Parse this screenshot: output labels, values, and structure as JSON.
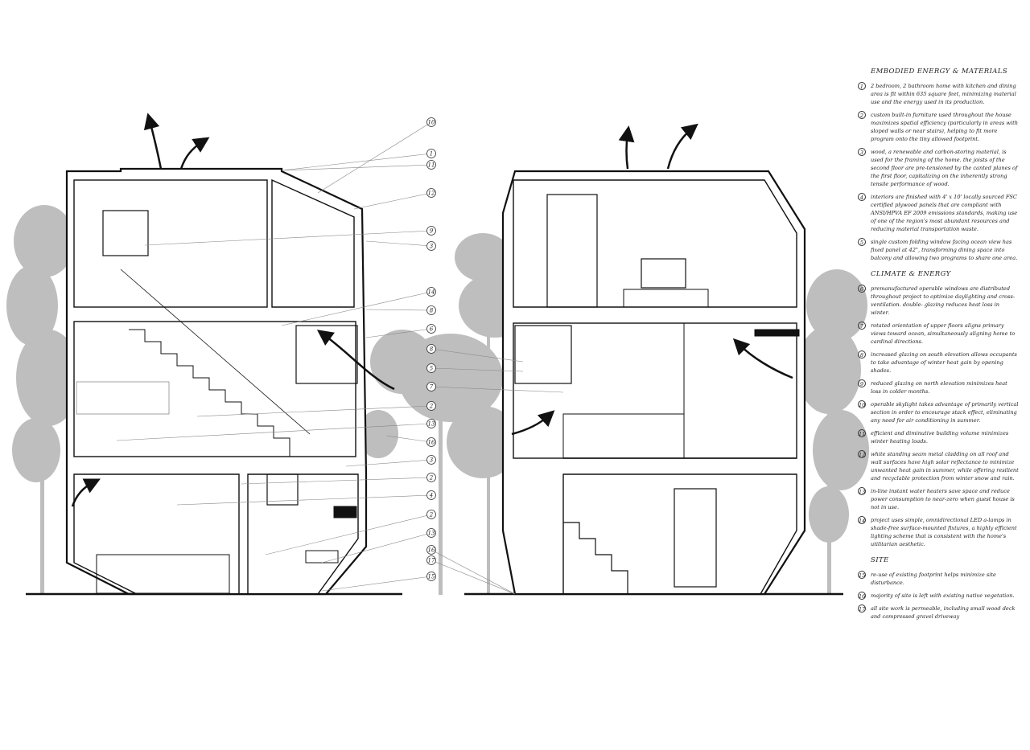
{
  "callouts": [
    "1",
    "2",
    "3",
    "4",
    "5",
    "6",
    "7",
    "8",
    "9",
    "10",
    "11",
    "12",
    "13",
    "14",
    "15",
    "16",
    "17"
  ],
  "sections": [
    {
      "title": "EMBODIED ENERGY & MATERIALS",
      "notes": [
        {
          "num": "1",
          "text": "2 bedroom, 2 bathroom home with kitchen and dining area is fit within 635 square feet, minimizing material use and the energy used in its production."
        },
        {
          "num": "2",
          "text": "custom built-in furniture used throughout the house maximizes spatial efficiency (particularly in areas with sloped walls or near stairs), helping to fit more program onto the tiny allowed footprint."
        },
        {
          "num": "3",
          "text": "wood, a renewable and carbon-storing material, is used for the framing of the home. the joists of the second floor are pre-tensioned by the canted planes of the first floor, capitalizing on the inherently strong tensile performance of wood."
        },
        {
          "num": "4",
          "text": "interiors are finished with 4' x 10' locally sourced FSC certified plywood panels that are compliant with ANSI/HPVA EF 2009 emissions standards, making use of one of the region's most abundant resources and reducing material transportation waste."
        },
        {
          "num": "5",
          "text": "single custom folding window facing ocean view has fixed panel at 42\", transforming dining space into balcony and allowing two programs to share one area."
        }
      ]
    },
    {
      "title": "CLIMATE & ENERGY",
      "notes": [
        {
          "num": "6",
          "text": "premanufactured operable windows are distributed throughout project to optimize daylighting and cross-ventilation. double- glazing reduces heat loss in winter."
        },
        {
          "num": "7",
          "text": "rotated orientation of upper floors aligns primary views toward ocean, simultaneously aligning home to cardinal directions."
        },
        {
          "num": "8",
          "text": "increased glazing on south elevation allows occupants to take advantage of winter heat gain by opening shades."
        },
        {
          "num": "9",
          "text": "reduced glazing on north elevation minimizes heat loss in colder months."
        },
        {
          "num": "10",
          "text": "operable skylight takes advantage of primarily vertical section in order to encourage stack effect, eliminating any need for air conditioning in summer."
        },
        {
          "num": "11",
          "text": "efficient and diminutive building volume minimizes winter heating loads."
        },
        {
          "num": "12",
          "text": "white standing seam metal cladding on all roof and wall surfaces have high solar reflectance to minimize unwanted heat gain in summer, while offering resilient and recyclable protection from winter snow and rain."
        },
        {
          "num": "13",
          "text": "in-line instant water heaters save space and reduce power consumption to near-zero when guest house is not in use."
        },
        {
          "num": "14",
          "text": "project uses simple, omnidirectional LED a-lamps in shade-free surface-mounted fixtures, a highly efficient lighting scheme that is consistent with the home's utilitarian aesthetic."
        }
      ]
    },
    {
      "title": "SITE",
      "notes": [
        {
          "num": "15",
          "text": "re-use of existing footprint helps minimize site disturbance."
        },
        {
          "num": "16",
          "text": "majority of site is left with existing native vegetation."
        },
        {
          "num": "17",
          "text": "all site work is permeable, including small wood deck and compressed gravel driveway"
        }
      ]
    }
  ]
}
